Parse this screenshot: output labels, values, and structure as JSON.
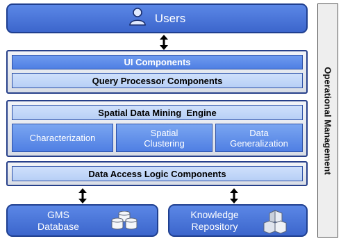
{
  "users": {
    "label": "Users",
    "icon": "user-icon"
  },
  "ui_layer": {
    "ui_components": "UI Components",
    "query_processor": "Query Processor Components"
  },
  "mining": {
    "title": "Spatial Data Mining  Engine",
    "modules": [
      {
        "line1": "Characterization",
        "line2": ""
      },
      {
        "line1": "Spatial",
        "line2": "Clustering"
      },
      {
        "line1": "Data",
        "line2": "Generalization"
      }
    ]
  },
  "data_access": {
    "label": "Data Access Logic Components"
  },
  "stores": [
    {
      "line1": "GMS",
      "line2": "Database",
      "icon": "database-cylinders-icon"
    },
    {
      "line1": "Knowledge",
      "line2": "Repository",
      "icon": "cubes-repository-icon"
    }
  ],
  "side_panel": {
    "label": "Operational Management"
  },
  "colors": {
    "dark_box": "#3c66cc",
    "border": "#1f3f8f",
    "light_row": "#cfe0fb"
  }
}
